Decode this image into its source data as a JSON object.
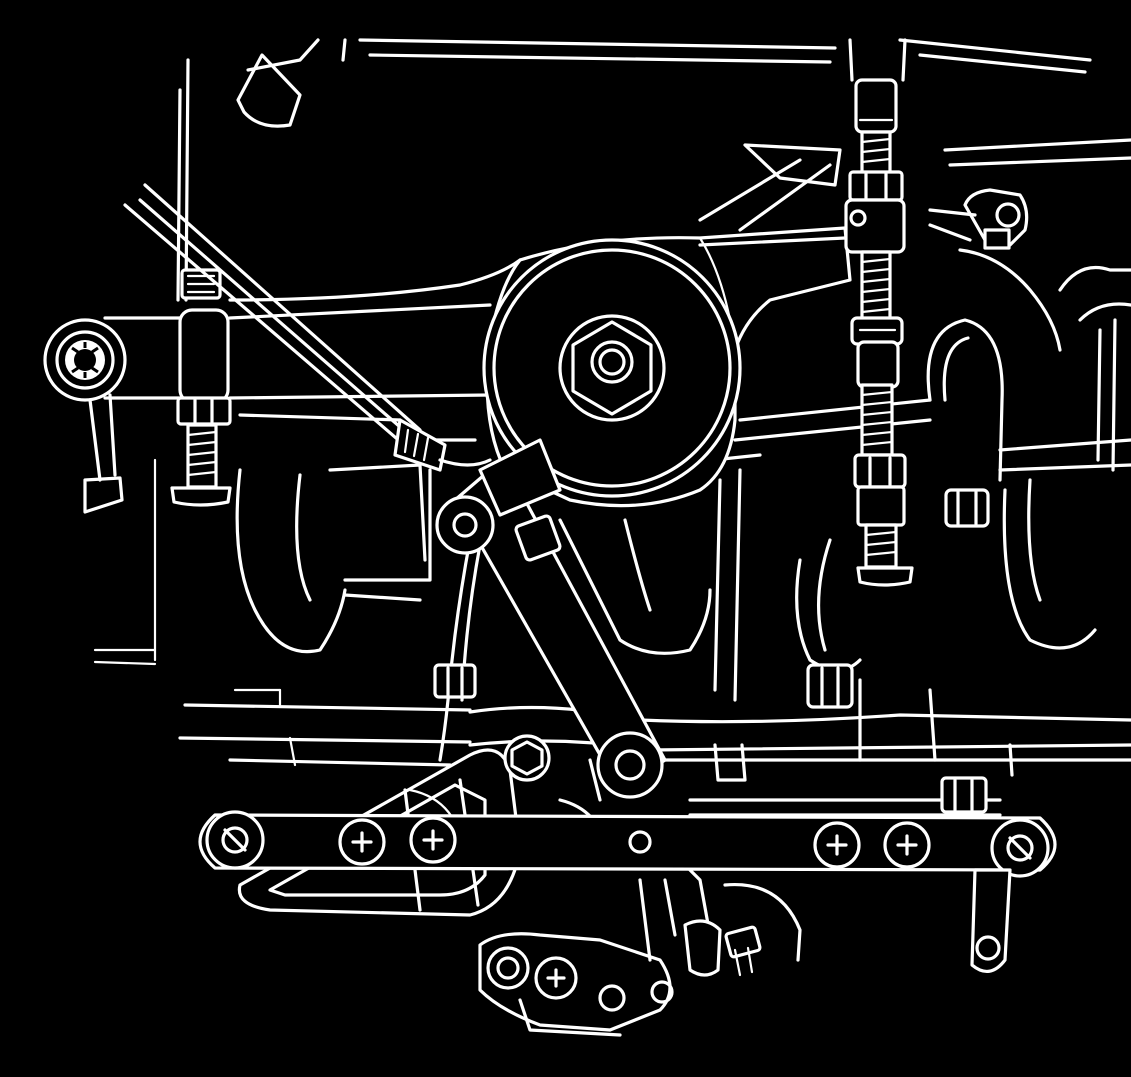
{
  "diagram": {
    "colors": {
      "background": "#000000",
      "line": "#ffffff"
    },
    "parts": [
      "rocker-arm",
      "pivot-nut",
      "adjusting-rod",
      "lower-adjusting-bolt",
      "left-adjusting-bolt",
      "left-rod-end",
      "dipstick-tube",
      "mounting-bracket",
      "linkage-bar",
      "right-lever",
      "lower-plate",
      "intake-runners",
      "manifold-flange"
    ]
  }
}
